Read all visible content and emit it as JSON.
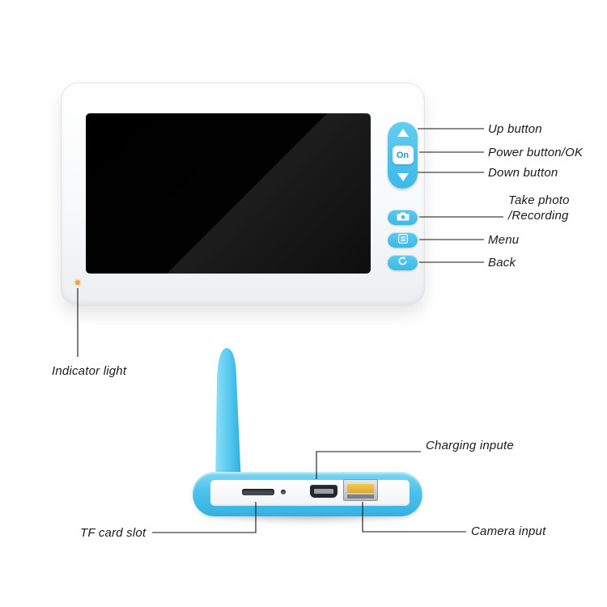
{
  "colors": {
    "accent_blue": "#4EC5EF",
    "accent_blue_dark": "#2398CC",
    "usb_gold": "#ECBA3B",
    "label_text": "#1B1B1B",
    "led_orange": "#F5A33C",
    "screen_black": "#050505"
  },
  "monitor": {
    "power_key_text": "On",
    "annotations": {
      "up_button": "Up button",
      "power_button": "Power button/OK",
      "down_button": "Down button",
      "take_photo_line1": "Take photo",
      "take_photo_line2": "/Recording",
      "menu": "Menu",
      "back": "Back",
      "indicator_light": "Indicator light"
    }
  },
  "base": {
    "annotations": {
      "charging_input": "Charging inpute",
      "camera_input": "Camera input",
      "tf_card_slot": "TF card slot"
    }
  }
}
